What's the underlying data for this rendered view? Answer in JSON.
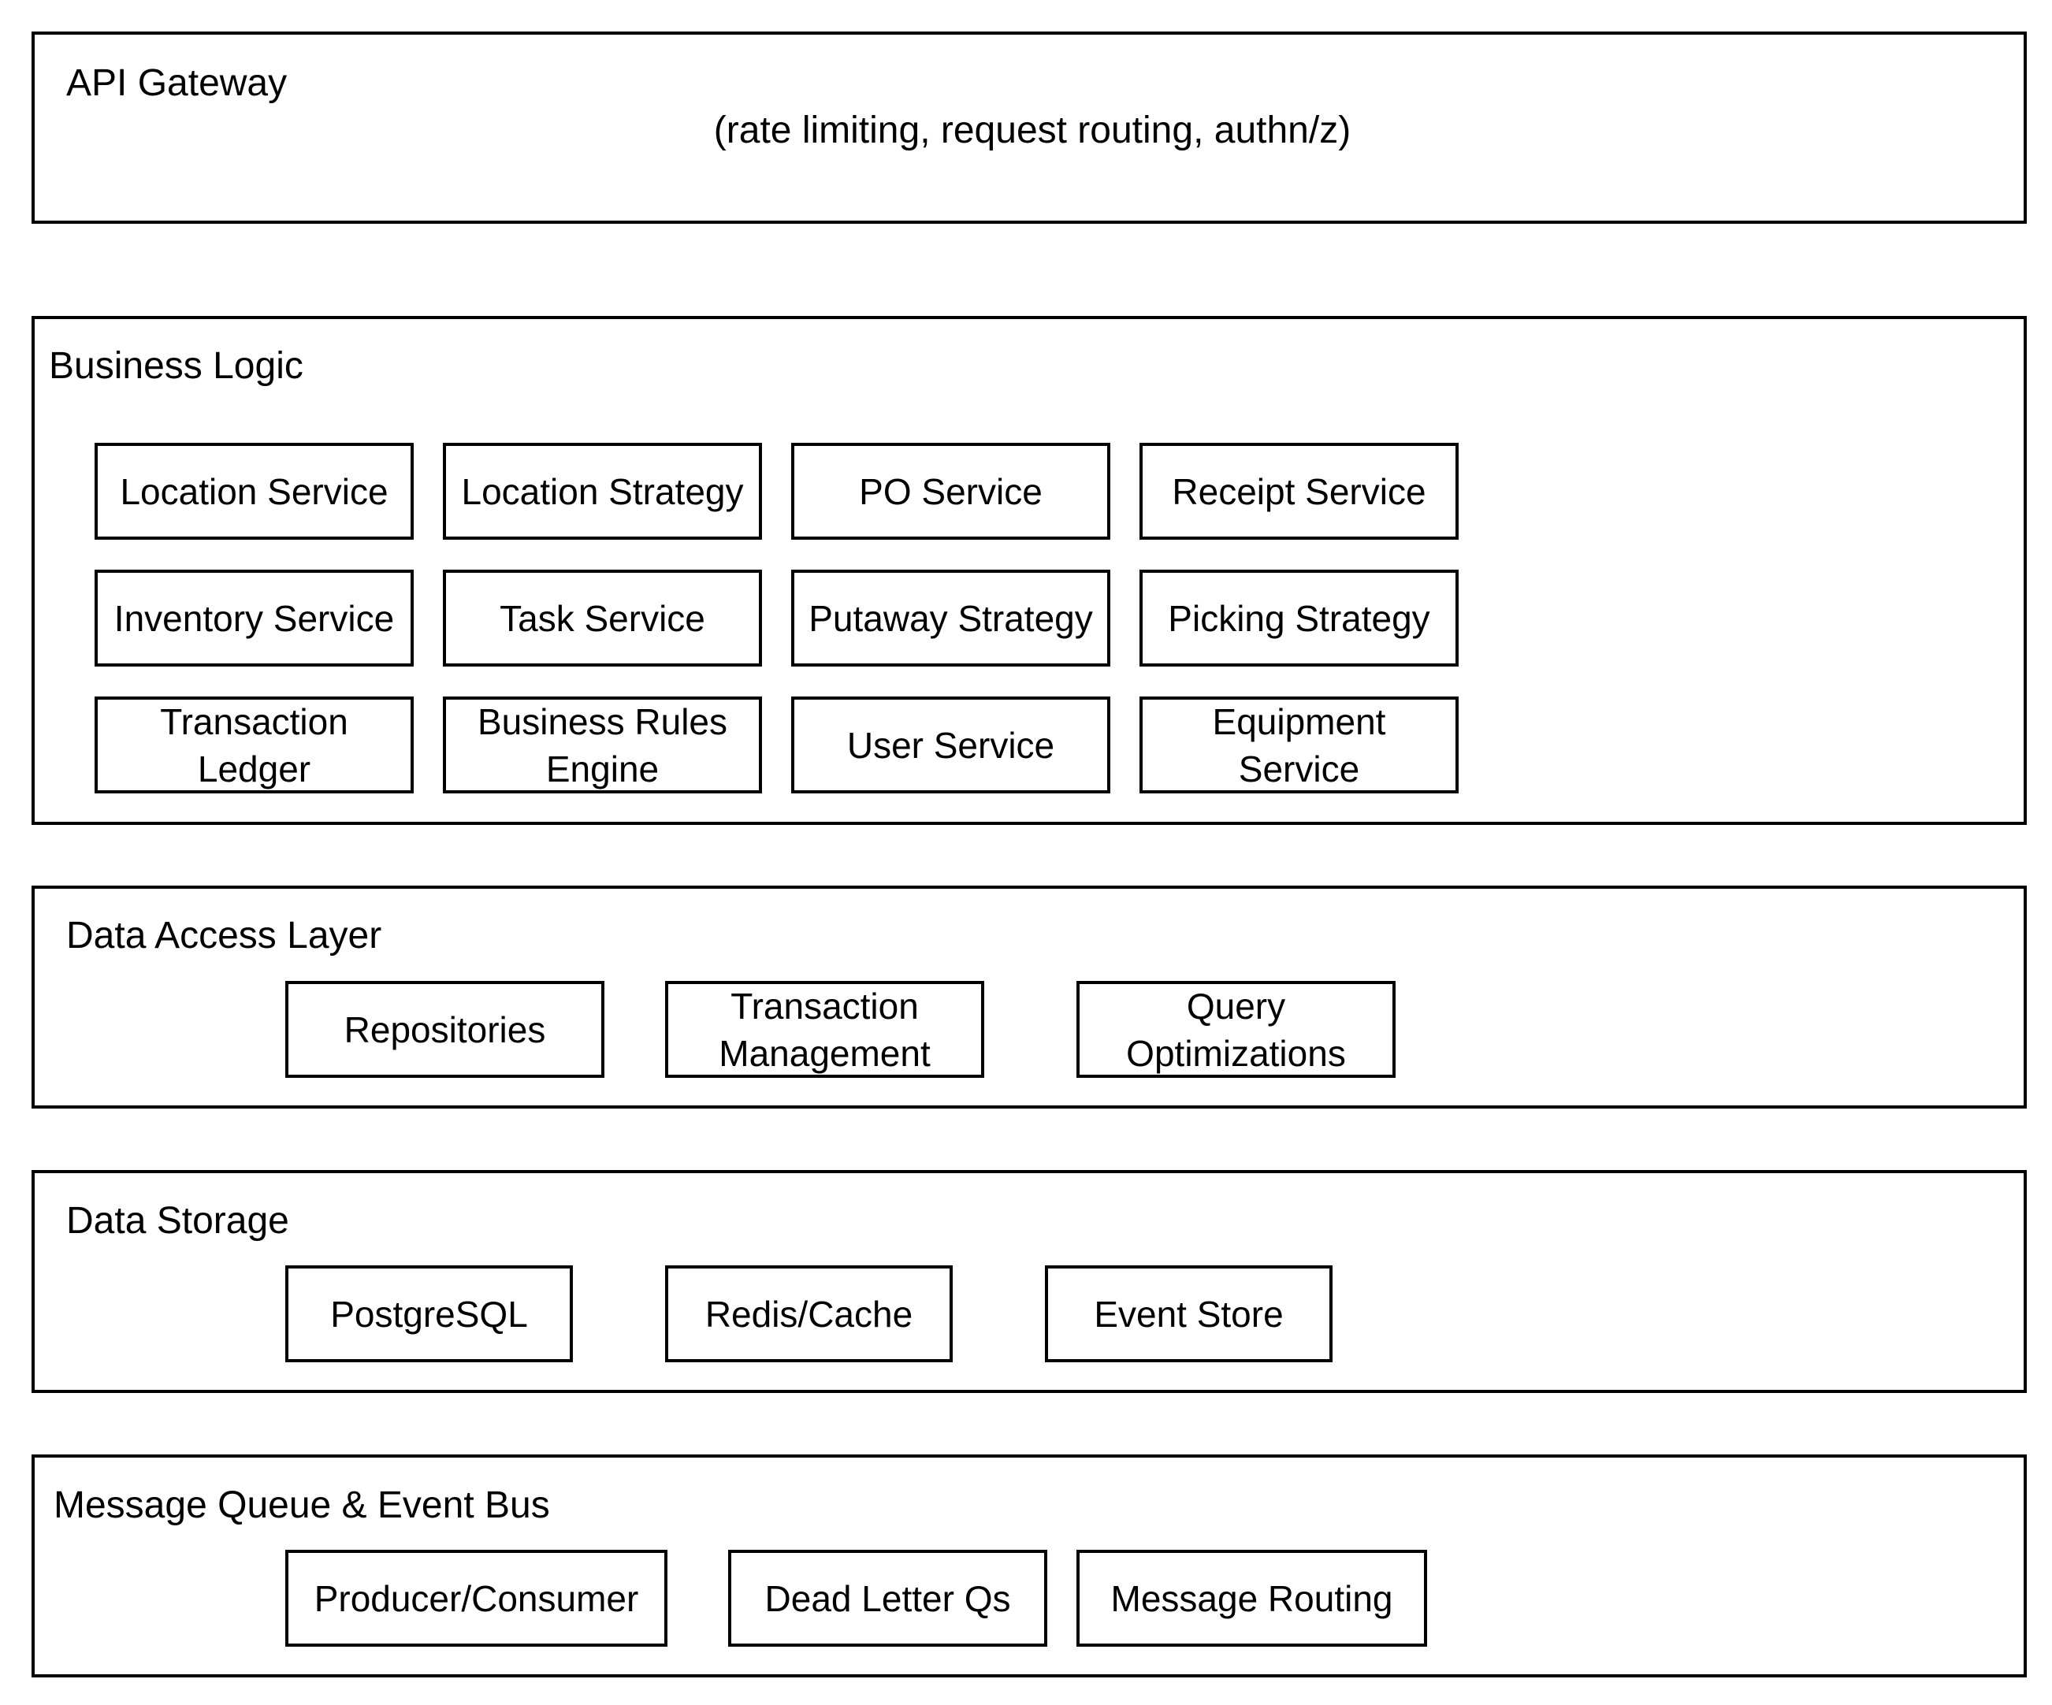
{
  "layers": {
    "api_gateway": {
      "title": "API Gateway",
      "subtitle": "(rate limiting, request routing, authn/z)"
    },
    "business_logic": {
      "title": "Business Logic",
      "components": [
        "Location Service",
        "Location Strategy",
        "PO Service",
        "Receipt Service",
        "Inventory Service",
        "Task Service",
        "Putaway Strategy",
        "Picking Strategy",
        "Transaction Ledger",
        "Business Rules Engine",
        "User Service",
        "Equipment Service"
      ]
    },
    "data_access": {
      "title": "Data Access Layer",
      "components": [
        "Repositories",
        "Transaction Management",
        "Query Optimizations"
      ]
    },
    "data_storage": {
      "title": "Data Storage",
      "components": [
        "PostgreSQL",
        "Redis/Cache",
        "Event Store"
      ]
    },
    "message_queue": {
      "title": "Message Queue & Event Bus",
      "components": [
        "Producer/Consumer",
        "Dead Letter Qs",
        "Message Routing"
      ]
    }
  }
}
